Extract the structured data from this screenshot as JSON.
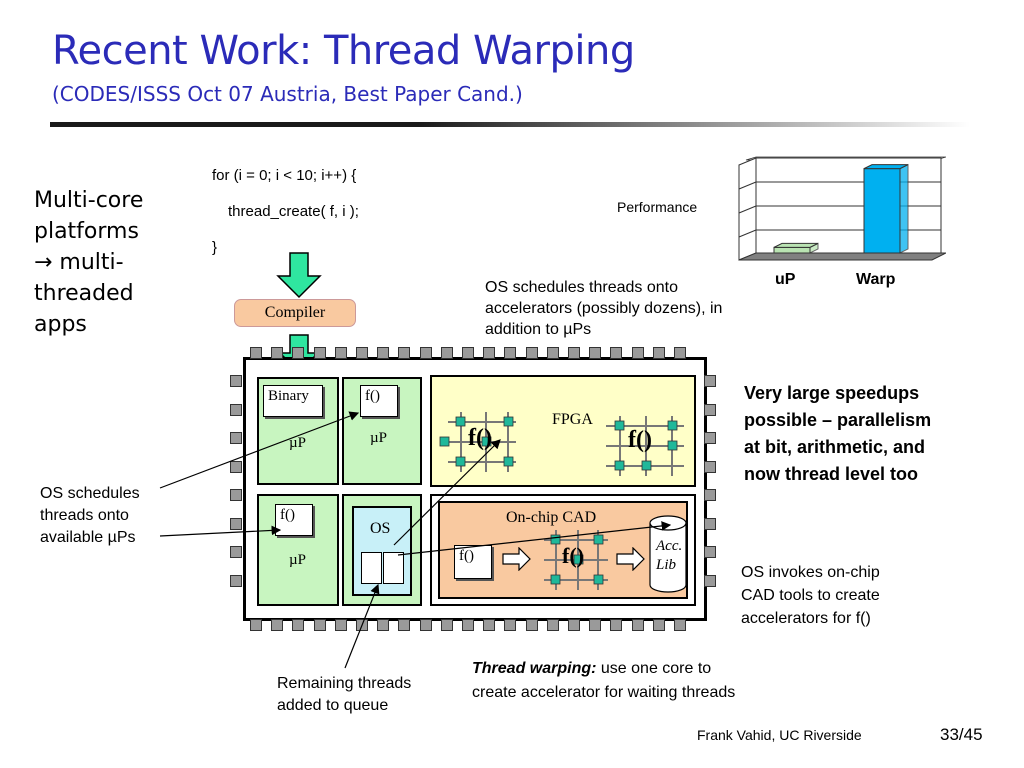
{
  "slide": {
    "title": "Recent Work: Thread Warping",
    "subtitle": "(CODES/ISSS Oct 07 Austria, Best Paper Cand.)",
    "intro": [
      "Multi-core",
      "platforms",
      "→ multi-",
      "threaded",
      "apps"
    ],
    "code": [
      "for (i = 0; i < 10; i++) {",
      "thread_create( f, i );",
      "}"
    ],
    "compiler_label": "Compiler",
    "chip": {
      "binary_label": "Binary",
      "up_label": "µP",
      "f_label": "f()",
      "fpga_label": "FPGA",
      "os_label": "OS",
      "cad_label": "On-chip CAD",
      "acc_lib": [
        "Acc.",
        "Lib"
      ]
    },
    "chart_data": {
      "type": "bar",
      "categories": [
        "uP",
        "Warp"
      ],
      "values": [
        2,
        30
      ],
      "ylabel": "Performance",
      "ylim": [
        0,
        32
      ],
      "colors": {
        "uP": "#b9e3b2",
        "Warp": "#00b0f0"
      }
    },
    "annotations": {
      "os_schedules_acc": [
        "OS schedules threads onto",
        "accelerators (possibly dozens), in",
        "addition to µPs"
      ],
      "speedups": [
        "Very large speedups",
        "possible – parallelism",
        "at bit, arithmetic, and",
        "now thread level too"
      ],
      "os_schedules_up": [
        "OS schedules",
        "threads onto",
        "available µPs"
      ],
      "os_invokes": [
        "OS invokes on-chip",
        "CAD tools to create",
        "accelerators for f()"
      ],
      "remaining": [
        "Remaining threads",
        "added to queue"
      ],
      "warping_bold": "Thread warping:",
      "warping_rest": " use one core to",
      "warping_line2": "create accelerator for waiting threads"
    },
    "footer": {
      "author": "Frank Vahid, UC Riverside",
      "page": "33/45"
    },
    "colors": {
      "title": "#2b2bb8",
      "core": "#c8f5c0",
      "fpga": "#ffffc8",
      "cad": "#f9c9a0",
      "arrow": "#2fe6a0",
      "compiler": "#f9c9a0"
    }
  }
}
